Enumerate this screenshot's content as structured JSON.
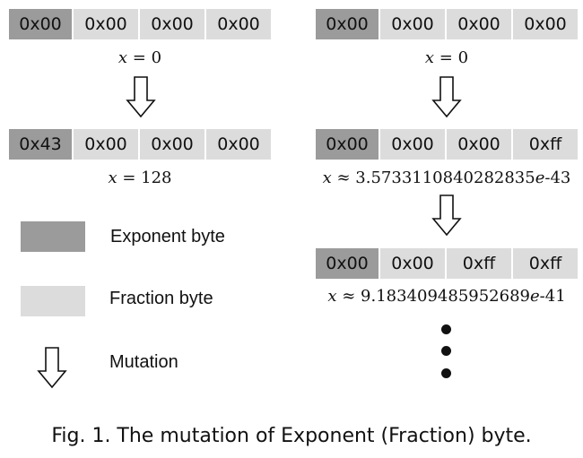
{
  "left": {
    "initial_row": [
      "0x00",
      "0x00",
      "0x00",
      "0x00"
    ],
    "initial_value": "0",
    "mutated_row": [
      "0x43",
      "0x00",
      "0x00",
      "0x00"
    ],
    "mutated_value": "128"
  },
  "right": {
    "initial_row": [
      "0x00",
      "0x00",
      "0x00",
      "0x00"
    ],
    "initial_value": "0",
    "step1_row": [
      "0x00",
      "0x00",
      "0x00",
      "0xff"
    ],
    "step1_value": "3.5733110840282835",
    "step1_exp": "-43",
    "step2_row": [
      "0x00",
      "0x00",
      "0xff",
      "0xff"
    ],
    "step2_value": "9.183409485952689",
    "step2_exp": "-41"
  },
  "legend": {
    "exponent_label": "Exponent byte",
    "fraction_label": "Fraction byte",
    "mutation_label": "Mutation"
  },
  "caption": "Fig. 1.  The mutation of Exponent (Fraction) byte.",
  "colors": {
    "exponent": "#9b9b9b",
    "fraction": "#dcdcdc"
  },
  "icons": {
    "mutation": "down-arrow-icon"
  }
}
